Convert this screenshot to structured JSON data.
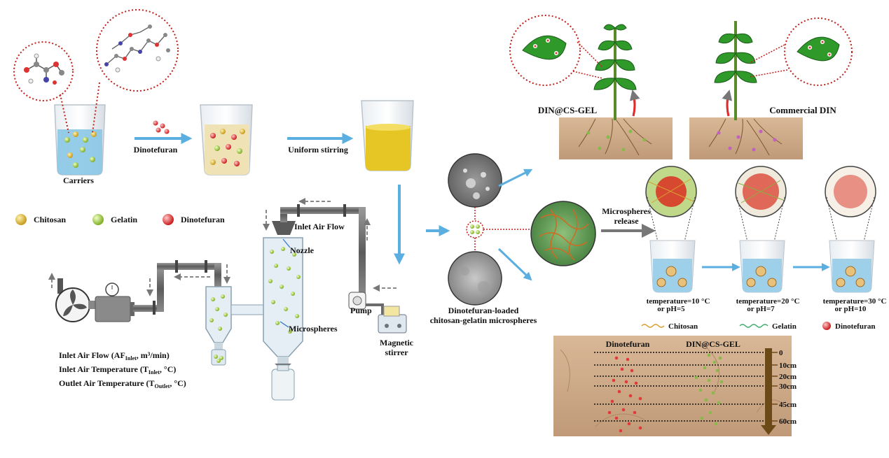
{
  "labels": {
    "carriers": "Carriers",
    "dinotefuran_step": "Dinotefuran",
    "uniform_stirring": "Uniform stirring",
    "legend_chitosan": "Chitosan",
    "legend_gelatin": "Gelatin",
    "legend_dinotefuran": "Dinotefuran",
    "inlet_air_flow": "Inlet Air Flow",
    "nozzle": "Nozzle",
    "microspheres": "Microspheres",
    "pump": "Pump",
    "magnetic_stirrer_1": "Magnetic",
    "magnetic_stirrer_2": "stirrer",
    "param_1": "Inlet Air Flow (AF",
    "param_1_sub": "Inlet",
    "param_1_end": ", m³/min)",
    "param_2": "Inlet Air Temperature (T",
    "param_2_sub": "Inlet",
    "param_2_end": ", °C)",
    "param_3": "Outlet Air Temperature (T",
    "param_3_sub": "Outlet",
    "param_3_end": ", °C)",
    "microsphere_caption_1": "Dinotefuran-loaded",
    "microsphere_caption_2": "chitosan-gelatin microspheres",
    "release_1": "Microspheres",
    "release_2": "release",
    "din_cs_gel": "DIN@CS-GEL",
    "commercial_din": "Commercial DIN",
    "cond_1a": "temperature=10 °C",
    "cond_1b": "or pH=5",
    "cond_2a": "temperature=20 °C",
    "cond_2b": "or pH=7",
    "cond_3a": "temperature=30 °C",
    "cond_3b": "or pH=10",
    "legend2_chitosan": "Chitosan",
    "legend2_gelatin": "Gelatin",
    "legend2_dinotefuran": "Dinotefuran",
    "soil_dinotefuran": "Dinotefuran",
    "soil_din_cs_gel": "DIN@CS-GEL",
    "depth_labels": [
      "0",
      "10cm",
      "20cm",
      "30cm",
      "45cm",
      "60cm"
    ]
  },
  "colors": {
    "chitosan": "#d9b23a",
    "gelatin": "#9ccc3a",
    "dinotefuran": "#e23a3a",
    "arrow_blue": "#5aaee0",
    "soil": "#cfa988",
    "liquid_blue": "#9fd0ea",
    "liquid_yellow": "#e8c82a",
    "pipe_gray": "#6b6b6b",
    "dotted_red": "#c0201a"
  }
}
